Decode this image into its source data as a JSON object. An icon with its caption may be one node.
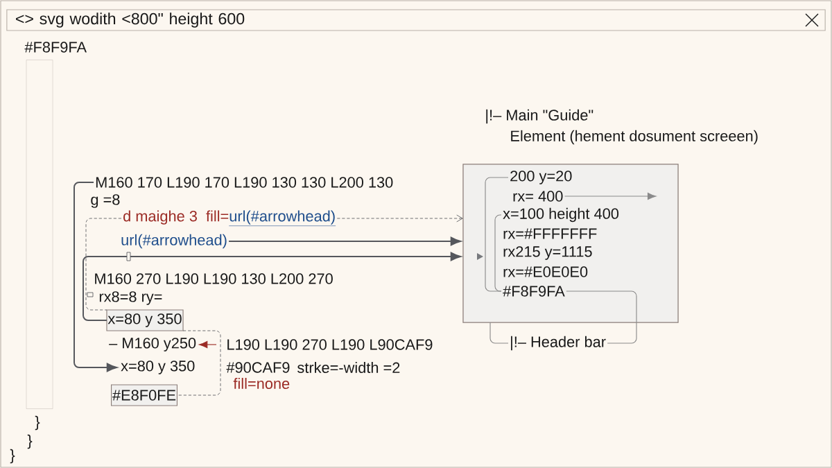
{
  "diagram": {
    "nodes": [
      {
        "text": [
          "<> svg wodith <800\" height 600"
        ]
      },
      {
        "text": [],
        "shape": "bar"
      },
      {
        "text": [
          "M160 170 L190 170 L190 130 130 L200 130"
        ]
      },
      {
        "text": [
          "d maighe 3",
          "fill=",
          "url(#arrowhead)"
        ]
      },
      {
        "text": [
          "url(#arrowhead)"
        ]
      },
      {
        "text": [],
        "shape": "box"
      },
      {
        "text": [
          "200 y=20"
        ],
        "in": 5
      },
      {
        "text": [
          "rx= 400"
        ],
        "in": 5
      },
      {
        "text": [
          "x=100 height 400"
        ],
        "in": 5
      },
      {
        "text": [
          "rx=#FFFFFFF"
        ],
        "in": 5
      },
      {
        "text": [
          "rx215 y=1115"
        ],
        "in": 5
      },
      {
        "text": [
          "rx=#E0E0E0"
        ],
        "in": 5
      },
      {
        "text": [
          "#F8F9FA"
        ],
        "in": 5
      },
      {
        "text": [
          "x=80 y 350"
        ]
      },
      {
        "text": [
          "– M160 y250"
        ]
      },
      {
        "text": [
          "x=80 y 350"
        ]
      },
      {
        "text": [
          "#E8F0FE"
        ]
      },
      {
        "text": [
          "|!– Header bar"
        ]
      }
    ],
    "edges": [
      {
        "from": 2,
        "to": 15,
        "arrow": "to"
      },
      {
        "from": 3,
        "to": 5,
        "arrow": "to",
        "style": "dashed"
      },
      {
        "from": 4,
        "to": 5,
        "arrow": "to"
      },
      {
        "from": 13,
        "to": 5,
        "arrow": "to"
      },
      {
        "from": 3,
        "to": 13,
        "arrow": "none",
        "style": "dashed"
      },
      {
        "from": 13,
        "to": 16,
        "arrow": "none",
        "style": "dashed"
      },
      {
        "from": null,
        "to": 14,
        "arrow": "to",
        "color": "#9b2b25"
      },
      {
        "from": 7,
        "to": null,
        "arrow": "to",
        "color": "#8a8a8a"
      },
      {
        "from": 6,
        "to": 12,
        "arrow": "none",
        "color": "#8a8a8a"
      },
      {
        "from": 8,
        "to": 12,
        "arrow": "none",
        "color": "#8a8a8a"
      },
      {
        "from": 12,
        "to": 17,
        "arrow": "none",
        "color": "#8a8a8a"
      },
      {
        "from": 5,
        "to": 17,
        "arrow": "none",
        "color": "#8a8a8a"
      }
    ],
    "labels": [
      "#F8F9FA",
      "|!– Main \"Guide\"",
      "Element (hement dosument screeen)",
      "g =8",
      "M160 270 L190 L190 130 L200 270",
      "rx8=8 ry=",
      "L190 L190 270 L190 L90CAF9",
      "#90CAF9",
      "strke=-width =2",
      "fill=none",
      "}",
      "}",
      "}"
    ]
  }
}
